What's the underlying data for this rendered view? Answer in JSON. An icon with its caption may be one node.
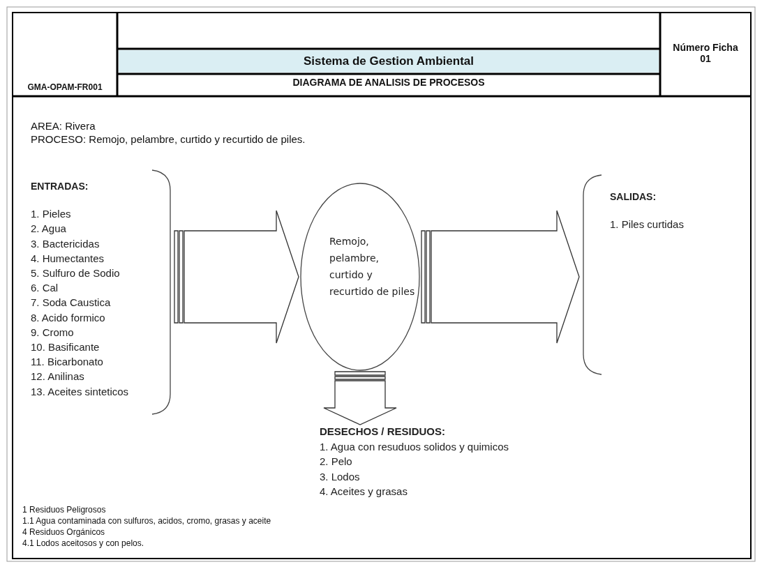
{
  "diagram": {
    "nodes": [
      {
        "text": [
          "ENTRADAS:",
          "1. Pieles",
          "2. Agua",
          "3. Bactericidas",
          "4. Humectantes",
          "5. Sulfuro de Sodio",
          "6. Cal",
          "7. Soda Caustica",
          "8. Acido formico",
          "9. Cromo",
          "10. Basificante",
          "11. Bicarbonato",
          "12. Anilinas",
          "13. Aceites sinteticos"
        ]
      },
      {
        "text": [
          "Remojo, pelambre, curtido y recurtido de piles"
        ]
      },
      {
        "text": [
          "SALIDAS:",
          "1. Piles curtidas"
        ]
      },
      {
        "text": [
          "DESECHOS / RESIDUOS:",
          "1. Agua con resuduos solidos y quimicos",
          "2. Pelo",
          "3. Lodos",
          "4. Aceites y grasas"
        ]
      }
    ],
    "edges": [
      {
        "from": 0,
        "to": 1,
        "arrow": "to"
      },
      {
        "from": 1,
        "to": 2,
        "arrow": "to"
      },
      {
        "from": 1,
        "to": 3,
        "arrow": "to"
      }
    ],
    "labels": [
      "Sistema de Gestion Ambiental",
      "Número Ficha 01",
      "GMA-OPAM-FR001",
      "DIAGRAMA DE ANALISIS DE PROCESOS",
      "AREA: Rivera",
      "PROCESO: Remojo, pelambre, curtido y recurtido de piles.",
      "1 Residuos Peligrosos",
      "1.1 Agua contaminada con sulfuros, acidos, cromo, grasas y aceite",
      "4 Residuos Orgánicos",
      "4.1 Lodos aceitosos y con pelos."
    ]
  }
}
